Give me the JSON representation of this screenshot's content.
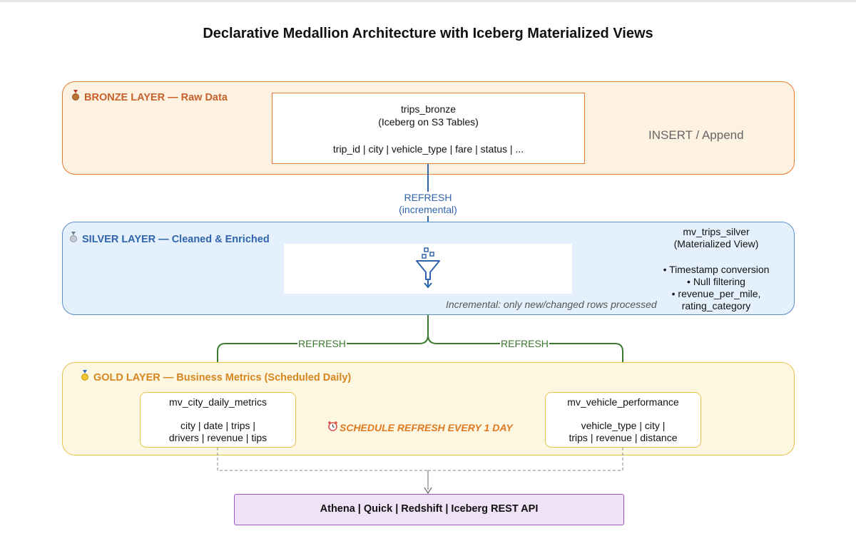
{
  "title": "Declarative Medallion Architecture with Iceberg Materialized Views",
  "bronze": {
    "title": "BRONZE LAYER — Raw Data",
    "medal_icon": "bronze-medal-icon",
    "table_name": "trips_bronze",
    "table_desc": "(Iceberg on S3 Tables)",
    "table_fields": "trip_id | city | vehicle_type | fare | status | ...",
    "write_mode": "INSERT / Append"
  },
  "refresh_main": {
    "line1": "REFRESH",
    "line2": "(incremental)"
  },
  "silver": {
    "title": "SILVER LAYER — Cleaned & Enriched",
    "medal_icon": "silver-medal-icon",
    "view_name": "mv_trips_silver",
    "view_desc": "(Materialized View)",
    "transforms": [
      "• Timestamp conversion",
      "• Null filtering",
      "• revenue_per_mile,",
      "rating_category"
    ],
    "note": "Incremental: only new/changed rows processed"
  },
  "refresh_left": "REFRESH",
  "refresh_right": "REFRESH",
  "gold": {
    "title": "GOLD LAYER — Business Metrics (Scheduled Daily)",
    "medal_icon": "gold-medal-icon",
    "left_view": {
      "name": "mv_city_daily_metrics",
      "fields_line1": "city | date | trips |",
      "fields_line2": "drivers | revenue | tips"
    },
    "right_view": {
      "name": "mv_vehicle_performance",
      "fields_line1": "vehicle_type | city |",
      "fields_line2": "trips | revenue | distance"
    },
    "schedule": "SCHEDULE REFRESH EVERY 1 DAY",
    "schedule_icon": "alarm-clock-icon"
  },
  "consumers": "Athena | Quick  | Redshift | Iceberg REST API",
  "colors": {
    "bronze_border": "#e47a2c",
    "silver_border": "#5b8ec9",
    "gold_border": "#e8c24f",
    "refresh_blue": "#2f64ac",
    "refresh_green": "#3a7a2e",
    "consumer_border": "#9b59c0"
  }
}
